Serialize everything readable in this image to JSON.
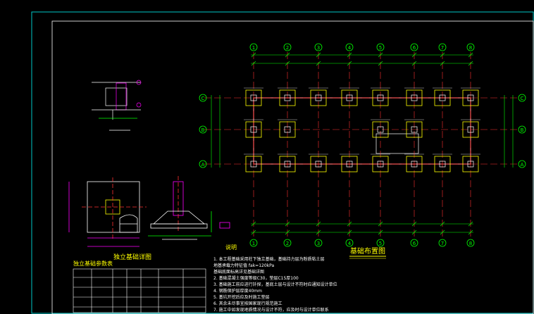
{
  "drawing": {
    "plan_title": "基础布置图",
    "notes_heading": "说明",
    "detail_caption": "独立基础详图",
    "table_title": "独立基础参数表",
    "axes_x": [
      "1",
      "2",
      "3",
      "4",
      "5",
      "6",
      "7",
      "8"
    ],
    "axes_y": [
      "A",
      "B",
      "C"
    ],
    "note_lines": [
      "1. 本工程基础采用柱下独立基础，基础持力层为粉质粘土层",
      "   地基承载力特征值 fak=120kPa",
      "   基础底面标高详见基础详图",
      "2. 基础混凝土强度等级C30，垫层C15厚100",
      "3. 基础施工前应进行钎探，基底土层与设计不符时应通知设计单位",
      "4. 钢筋保护层厚度40mm",
      "5. 基坑开挖后应及时施工垫层",
      "6. 其余未尽事宜按国家现行规范施工",
      "7. 施工中如发现地质情况与设计不符，应及时与设计单位联系"
    ],
    "colors": {
      "frame": "#00c8c8",
      "column": "#ffff00",
      "grid": "#ff3030",
      "beam": "#ff7070",
      "detail": "#ff00ff",
      "dim": "#00ff00",
      "text": "#ffffff"
    }
  },
  "chart_data": null
}
